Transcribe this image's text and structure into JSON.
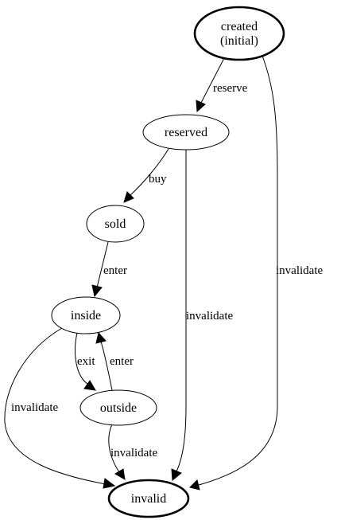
{
  "nodes": {
    "created": {
      "lines": [
        "created",
        "(initial)"
      ]
    },
    "reserved": {
      "lines": [
        "reserved"
      ]
    },
    "sold": {
      "lines": [
        "sold"
      ]
    },
    "inside": {
      "lines": [
        "inside"
      ]
    },
    "outside": {
      "lines": [
        "outside"
      ]
    },
    "invalid": {
      "lines": [
        "invalid"
      ]
    }
  },
  "edges": {
    "created_reserved": "reserve",
    "created_invalid": "invalidate",
    "reserved_sold": "buy",
    "reserved_invalid": "invalidate",
    "sold_inside": "enter",
    "inside_outside": "exit",
    "outside_inside": "enter",
    "inside_invalid": "invalidate",
    "outside_invalid": "invalidate"
  }
}
